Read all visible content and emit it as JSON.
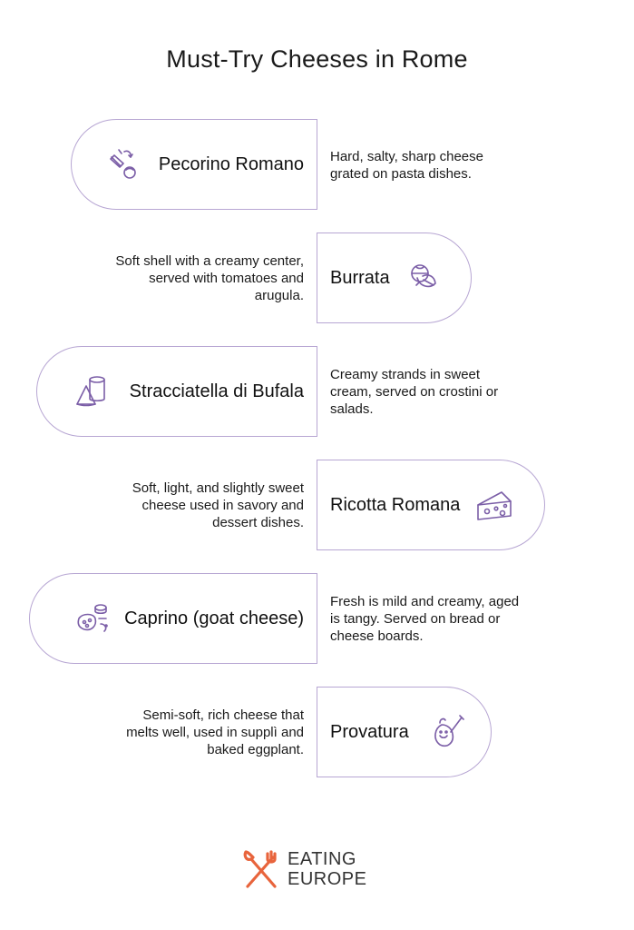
{
  "title": "Must-Try Cheeses in Rome",
  "colors": {
    "accent": "#7b5ea7",
    "border": "#b7a6d3",
    "logo": "#e8643c"
  },
  "items": [
    {
      "name": "Pecorino Romano",
      "icon": "grater-cheese-icon",
      "description": "Hard, salty, sharp cheese grated on pasta dishes."
    },
    {
      "name": "Burrata",
      "icon": "burrata-leaf-icon",
      "description": "Soft shell with a creamy center, served with tomatoes and arugula."
    },
    {
      "name": "Stracciatella di Bufala",
      "icon": "cream-cup-icon",
      "description": "Creamy strands in sweet cream, served on crostini or salads."
    },
    {
      "name": "Ricotta Romana",
      "icon": "cheese-wedge-icon",
      "description": "Soft, light, and slightly sweet cheese used in savory and dessert dishes."
    },
    {
      "name": "Caprino (goat cheese)",
      "icon": "goat-cheese-icon",
      "description": "Fresh is mild and creamy, aged is tangy. Served on bread or cheese boards."
    },
    {
      "name": "Provatura",
      "icon": "provatura-knife-icon",
      "description": "Semi-soft, rich cheese that melts well, used in supplì and baked eggplant."
    }
  ],
  "logo": {
    "line1": "EATING",
    "line2": "EUROPE",
    "icon": "fork-knife-cross-icon"
  }
}
